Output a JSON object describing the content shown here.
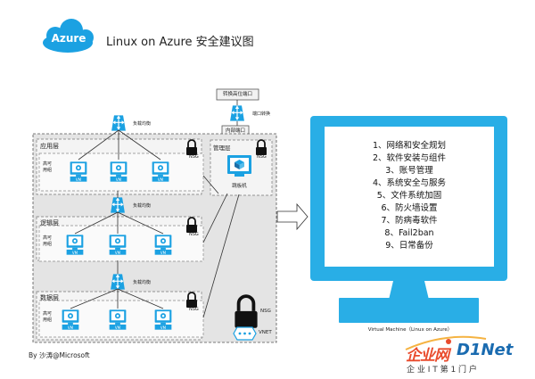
{
  "header": {
    "logo_text": "Azure",
    "title": "Linux on Azure 安全建议图"
  },
  "top": {
    "port_box": "转换高位端口",
    "port_convert": "端口转换",
    "internal_port": "内部端口"
  },
  "lb_label": "负载均衡",
  "tiers": [
    {
      "name": "应用层",
      "group": "高可用组",
      "nsg": "NSG"
    },
    {
      "name": "逻辑层",
      "group": "高可用组",
      "nsg": "NSG"
    },
    {
      "name": "数据层",
      "group": "高可用组",
      "nsg": "NSG"
    }
  ],
  "vm_label": "VM",
  "management": {
    "name": "管理层",
    "nsg": "NSG",
    "jumpbox": "跳板机"
  },
  "bottom_nsg": "NSG",
  "vnet": "VNET",
  "monitor": {
    "items": [
      "1、网络和安全规划",
      "2、软件安装与组件",
      "3、账号管理",
      "4、系统安全与服务",
      "5、文件系统加固",
      "6、防火墙设置",
      "7、防病毒软件",
      "8、Fail2ban",
      "9、日常备份"
    ],
    "caption": "Virtual Machine（Linux on Azure）"
  },
  "author": "By 沙涛@Microsoft",
  "watermark": {
    "brand_cn": "企业网",
    "brand_en": "D1Net",
    "slogan": "企 业 I T 第 1 门 户"
  },
  "colors": {
    "azure": "#1ba1e2",
    "monitor": "#29aee6",
    "dark": "#333333"
  }
}
